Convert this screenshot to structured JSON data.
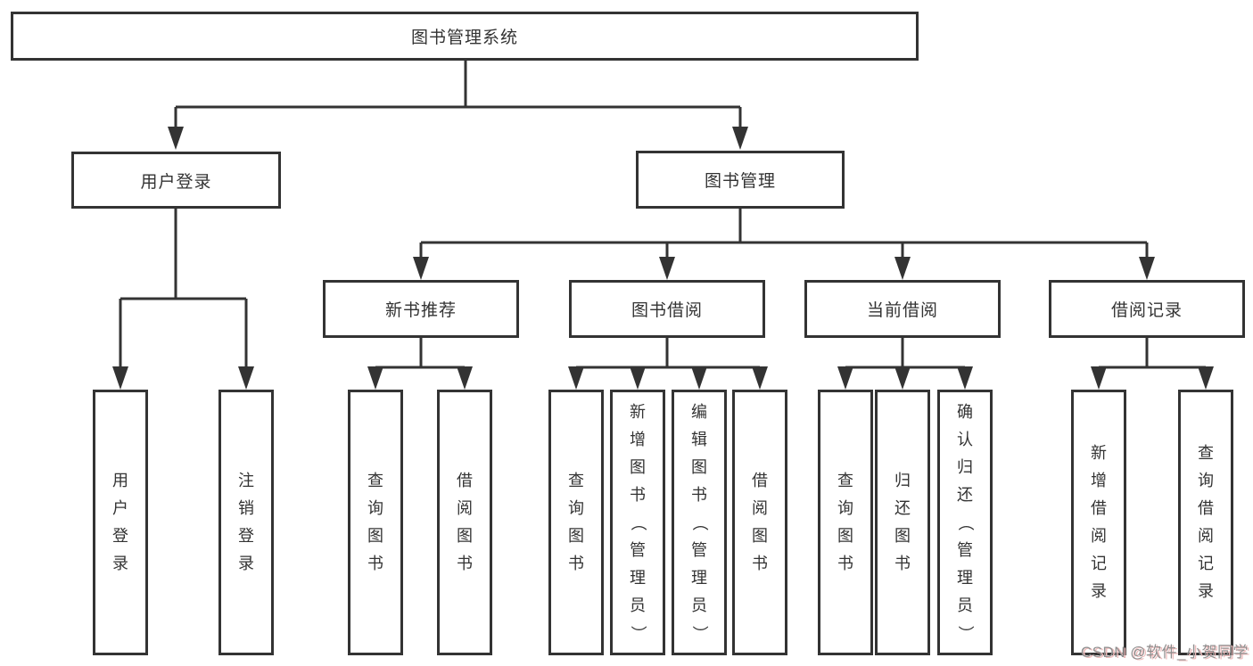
{
  "diagram": {
    "root": "图书管理系统",
    "level2": {
      "user_login": "用户登录",
      "book_mgmt": "图书管理"
    },
    "level3": {
      "new_book_rec": "新书推荐",
      "book_borrow": "图书借阅",
      "current_borrow": "当前借阅",
      "borrow_records": "借阅记录"
    },
    "leaves": {
      "user_login": "用户登录",
      "logout": "注销登录",
      "rec_query_book": "查询图书",
      "rec_borrow_book": "借阅图书",
      "bb_query_book": "查询图书",
      "bb_add_book": "新增图书（管理员）",
      "bb_edit_book": "编辑图书（管理员）",
      "bb_borrow_book": "借阅图书",
      "cur_query_book": "查询图书",
      "cur_return_book": "归还图书",
      "cur_confirm_return": "确认归还（管理员）",
      "rr_add_record": "新增借阅记录",
      "rr_query_record": "查询借阅记录"
    }
  },
  "watermark": "CSDN @软件_小贺同学",
  "colors": {
    "line": "#333333",
    "text": "#333333",
    "background": "#ffffff",
    "watermark": "#8f8f8f",
    "watermark_shadow": "#eebcbc"
  }
}
